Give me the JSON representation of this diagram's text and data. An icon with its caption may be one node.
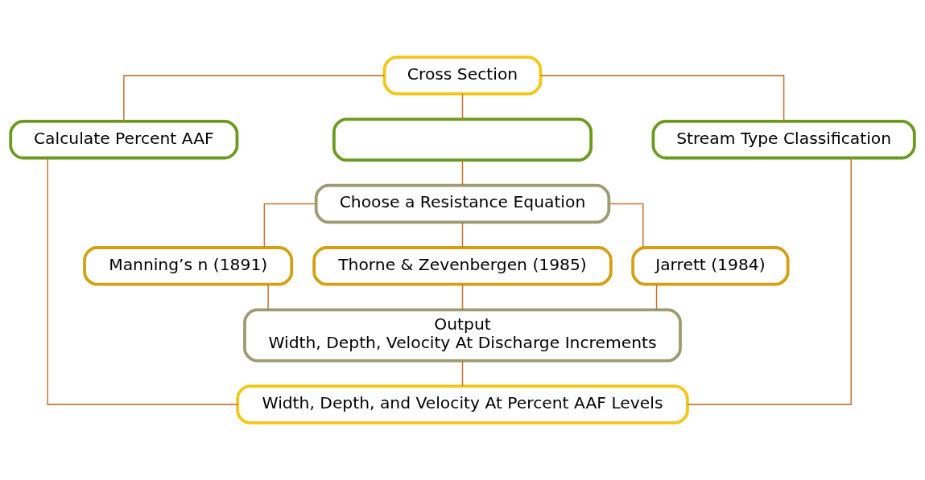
{
  "diagram": {
    "nodes": [
      {
        "text": [
          "Cross Section"
        ]
      },
      {
        "text": [
          "Calculate Percent AAF"
        ]
      },
      {
        "text": [],
        "shape": "box"
      },
      {
        "text": [
          "Stream Type Classification"
        ]
      },
      {
        "text": [
          "Choose a Resistance Equation"
        ]
      },
      {
        "text": [
          "Manning’s n (1891)"
        ]
      },
      {
        "text": [
          "Thorne & Zevenbergen (1985)"
        ]
      },
      {
        "text": [
          "Jarrett (1984)"
        ]
      },
      {
        "text": [
          "Output",
          "Width, Depth, Velocity At Discharge Increments"
        ]
      },
      {
        "text": [
          "Width, Depth, and Velocity At Percent AAF Levels"
        ]
      }
    ],
    "edges": [
      {
        "from": 0,
        "to": 1,
        "arrow": "none"
      },
      {
        "from": 0,
        "to": 2,
        "arrow": "none"
      },
      {
        "from": 0,
        "to": 3,
        "arrow": "none"
      },
      {
        "from": 2,
        "to": 4,
        "arrow": "none"
      },
      {
        "from": 4,
        "to": 5,
        "arrow": "none"
      },
      {
        "from": 4,
        "to": 6,
        "arrow": "none"
      },
      {
        "from": 4,
        "to": 7,
        "arrow": "none"
      },
      {
        "from": 5,
        "to": 8,
        "arrow": "none"
      },
      {
        "from": 6,
        "to": 8,
        "arrow": "none"
      },
      {
        "from": 7,
        "to": 8,
        "arrow": "none"
      },
      {
        "from": 1,
        "to": 9,
        "arrow": "none"
      },
      {
        "from": 8,
        "to": 9,
        "arrow": "none"
      },
      {
        "from": 3,
        "to": 9,
        "arrow": "none"
      }
    ]
  }
}
